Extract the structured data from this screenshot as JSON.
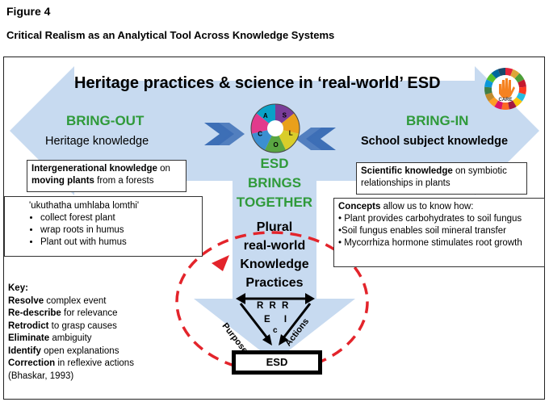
{
  "figure_label": "Figure 4",
  "figure_title": "Critical Realism as an Analytical Tool Across Knowledge Systems",
  "main_heading": "Heritage practices & science in ‘real-world’ ESD",
  "logo": {
    "text": "CARE",
    "colors": [
      "#e5243b",
      "#dda63a",
      "#4c9f38",
      "#c5192d",
      "#ff3a21",
      "#26bde2",
      "#fcc30b",
      "#a21942",
      "#fd6925",
      "#dd1367",
      "#fd9d24",
      "#bf8b2e",
      "#3f7e44",
      "#0a97d9",
      "#56c02b",
      "#00689d",
      "#19486a"
    ],
    "hand_color": "#f58220"
  },
  "left": {
    "title": "BRING-OUT",
    "subtitle": "Heritage knowledge",
    "box1": {
      "bold": "Intergenerational knowledge",
      "rest": " on",
      "bold2": "moving plants",
      "rest2": " from a forests"
    },
    "box2": {
      "title": "'ukuthatha umhlaba lomthi'",
      "items": [
        "collect forest plant",
        " wrap roots in humus",
        "Plant out with humus"
      ]
    }
  },
  "right": {
    "title": "BRING-IN",
    "subtitle": "School subject knowledge",
    "box1": {
      "bold": "Scientific knowledge",
      "rest": " on symbiotic relationships in plants"
    },
    "box2": {
      "bold": "Concepts",
      "rest": " allow us to know how:",
      "items": [
        "• Plant provides carbohydrates to soil fungus",
        "•Soil fungus enables soil mineral transfer",
        "• Mycorrhiza hormone stimulates root growth"
      ]
    }
  },
  "center": {
    "wheel": {
      "letters": [
        "S",
        "L",
        "O",
        "C",
        "A"
      ],
      "colors": [
        "#7a3d99",
        "#e9a01b",
        "#d9cd2a",
        "#5aa642",
        "#3b8fd1",
        "#e23a8c",
        "#0aa1c7"
      ]
    },
    "esd_lines": [
      "ESD",
      "BRINGS",
      "TOGETHER"
    ],
    "plural_lines": [
      "Plural",
      "real-world",
      "Knowledge",
      "Practices"
    ],
    "triangle": {
      "top": "R R R",
      "mid": "E I",
      "bottom": "c",
      "left_label": "Purpose",
      "right_label": "Actions"
    },
    "esd_box": "ESD"
  },
  "key": {
    "title": "Key:",
    "items": [
      {
        "bold": "Resolve",
        "rest": " complex event"
      },
      {
        "bold": "Re-describe",
        "rest": " for relevance"
      },
      {
        "bold": "Retrodict",
        "rest": " to grasp causes"
      },
      {
        "bold": "Eliminate",
        "rest": " ambiguity"
      },
      {
        "bold": "Identify",
        "rest": " open explanations"
      },
      {
        "bold": "Correction",
        "rest": " in reflexive actions"
      }
    ],
    "citation": "(Bhaskar, 1993)"
  },
  "colors": {
    "arrow_fill": "#c7daf0",
    "green": "#2f9a3a",
    "chevron": "#3d6fb6",
    "dashed": "#e3242b"
  }
}
